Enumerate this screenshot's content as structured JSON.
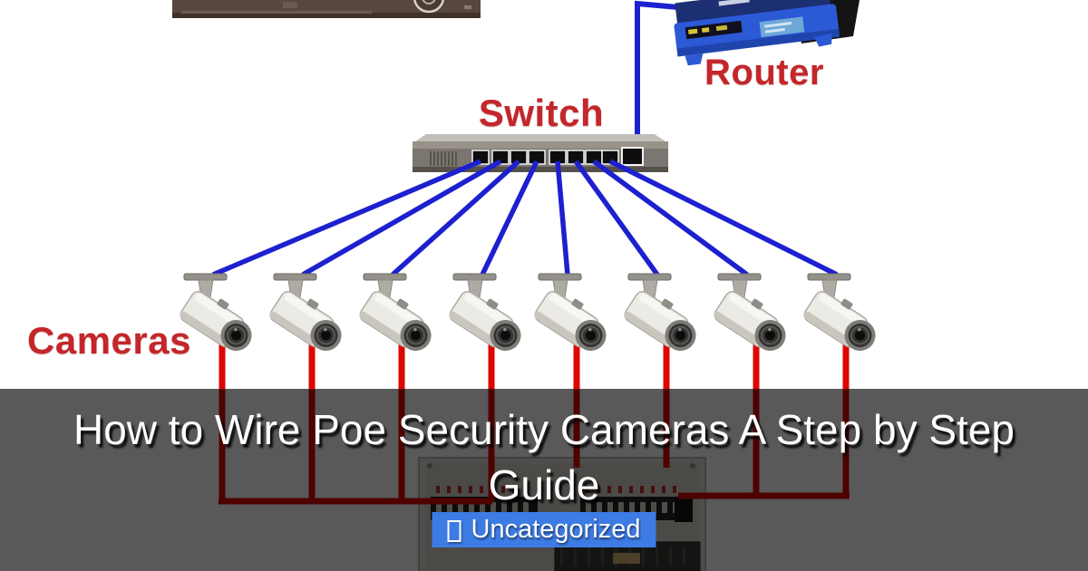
{
  "title": "How to Wire Poe Security Cameras A Step by Step Guide",
  "category": {
    "label": "Uncategorized"
  },
  "diagram": {
    "labels": {
      "switch": "Switch",
      "router": "Router",
      "cameras": "Cameras"
    },
    "devices": {
      "dvr": "recorder-top-edge",
      "router": "blue-router",
      "switch": {
        "name": "poe-switch",
        "camera_ports": 8,
        "uplink_ports": 1
      },
      "cameras": {
        "name": "bullet-cameras",
        "count": 8
      },
      "power_supply": "cctv-power-supply-box"
    },
    "cables": {
      "network_color": "#1d20cf",
      "power_color": "#de0602",
      "network_count": 9,
      "power_count": 8
    },
    "label_color": "#c3262b"
  },
  "colors": {
    "background": "#ffffff",
    "overlay": "rgba(0,0,0,0.65)",
    "badge_background": "#3d7ce4",
    "title_color": "#ffffff"
  }
}
